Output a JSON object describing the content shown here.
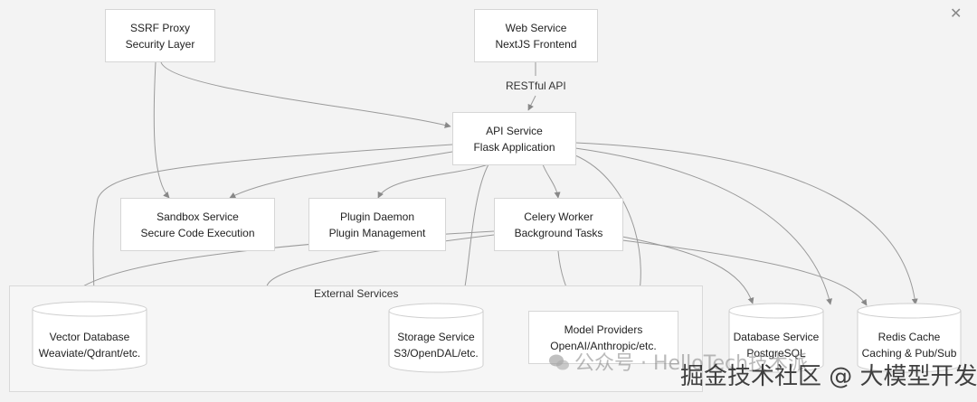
{
  "nodes": {
    "ssrf_proxy": {
      "line1": "SSRF Proxy",
      "line2": "Security Layer"
    },
    "web_service": {
      "line1": "Web Service",
      "line2": "NextJS Frontend"
    },
    "api_service": {
      "line1": "API Service",
      "line2": "Flask Application"
    },
    "sandbox": {
      "line1": "Sandbox Service",
      "line2": "Secure Code Execution"
    },
    "plugin_daemon": {
      "line1": "Plugin Daemon",
      "line2": "Plugin Management"
    },
    "celery_worker": {
      "line1": "Celery Worker",
      "line2": "Background Tasks"
    },
    "model_providers": {
      "line1": "Model Providers",
      "line2": "OpenAI/Anthropic/etc."
    },
    "vector_db": {
      "line1": "Vector Database",
      "line2": "Weaviate/Qdrant/etc."
    },
    "storage": {
      "line1": "Storage Service",
      "line2": "S3/OpenDAL/etc."
    },
    "database": {
      "line1": "Database Service",
      "line2": "PostgreSQL"
    },
    "redis": {
      "line1": "Redis Cache",
      "line2": "Caching & Pub/Sub"
    }
  },
  "edge_labels": {
    "web_to_api": "RESTful API"
  },
  "group": {
    "label": "External Services"
  },
  "window": {
    "close_icon": "close-icon"
  },
  "watermark": {
    "line1": "公众号 · HelloTech技术派",
    "line2": "掘金技术社区 @ 大模型开发"
  }
}
